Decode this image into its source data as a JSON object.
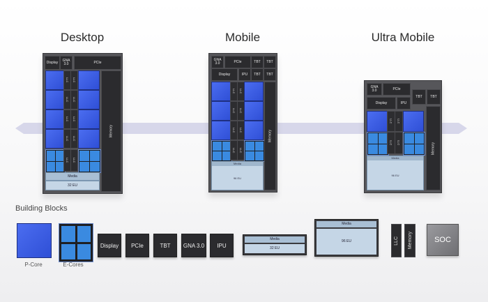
{
  "titles": {
    "desktop": "Desktop",
    "mobile": "Mobile",
    "ultra": "Ultra Mobile"
  },
  "desktop": {
    "display": "Display",
    "gna": "GNA\n3.0",
    "pcie": "PCIe",
    "llc": "LLC",
    "media": "Media",
    "eu": "32 EU",
    "memory": "Memory"
  },
  "mobile": {
    "gna": "GNA\n3.0",
    "pcie": "PCIe",
    "tbt": "TBT",
    "display": "Display",
    "ipu": "IPU",
    "llc": "LLC",
    "media": "Media",
    "eu": "96 EU",
    "memory": "Memory"
  },
  "ultra": {
    "gna": "GNA\n3.0",
    "pcie": "PCIe",
    "tbt": "TBT",
    "display": "Display",
    "ipu": "IPU",
    "llc": "LLC",
    "media": "Media",
    "eu": "96 EU",
    "memory": "Memory"
  },
  "building_blocks": {
    "heading": "Building Blocks",
    "pcore_label": "P-Core",
    "ecore_label": "E-Cores",
    "display": "Display",
    "pcie": "PCIe",
    "tbt": "TBT",
    "gna": "GNA 3.0",
    "ipu": "IPU",
    "media_small": "Media",
    "eu_small": "32 EU",
    "media_large": "Media",
    "eu_large": "96 EU",
    "llc": "LLC",
    "memory": "Memory",
    "soc": "SOC"
  },
  "colors": {
    "pcore": "#3d5fe6",
    "ecore": "#3a8ae0",
    "block": "#2b2b2e",
    "gpu": "#c5d6e6",
    "arrow": "#d8d8ee"
  }
}
